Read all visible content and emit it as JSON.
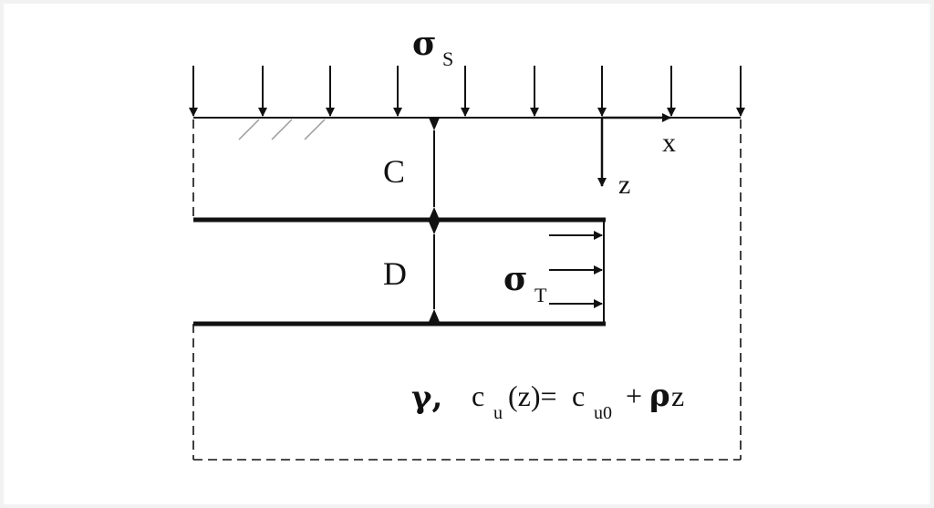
{
  "surcharge": {
    "symbol": "σ",
    "subscript": "S"
  },
  "axes": {
    "x": "x",
    "z": "z"
  },
  "cover": {
    "label": "C"
  },
  "tunnel": {
    "label": "D"
  },
  "support": {
    "symbol": "σ",
    "subscript": "T"
  },
  "soil": {
    "gamma": "γ,",
    "c": "c",
    "u1": "u",
    "arg": "(z)=",
    "c2": "c",
    "u0": "u0",
    "plus": "+",
    "rho": "ρ",
    "z": "z"
  },
  "colors": {
    "line": "#111111",
    "hatch": "#9a9a9a",
    "background": "#ffffff",
    "frame": "#f2f2f2"
  }
}
